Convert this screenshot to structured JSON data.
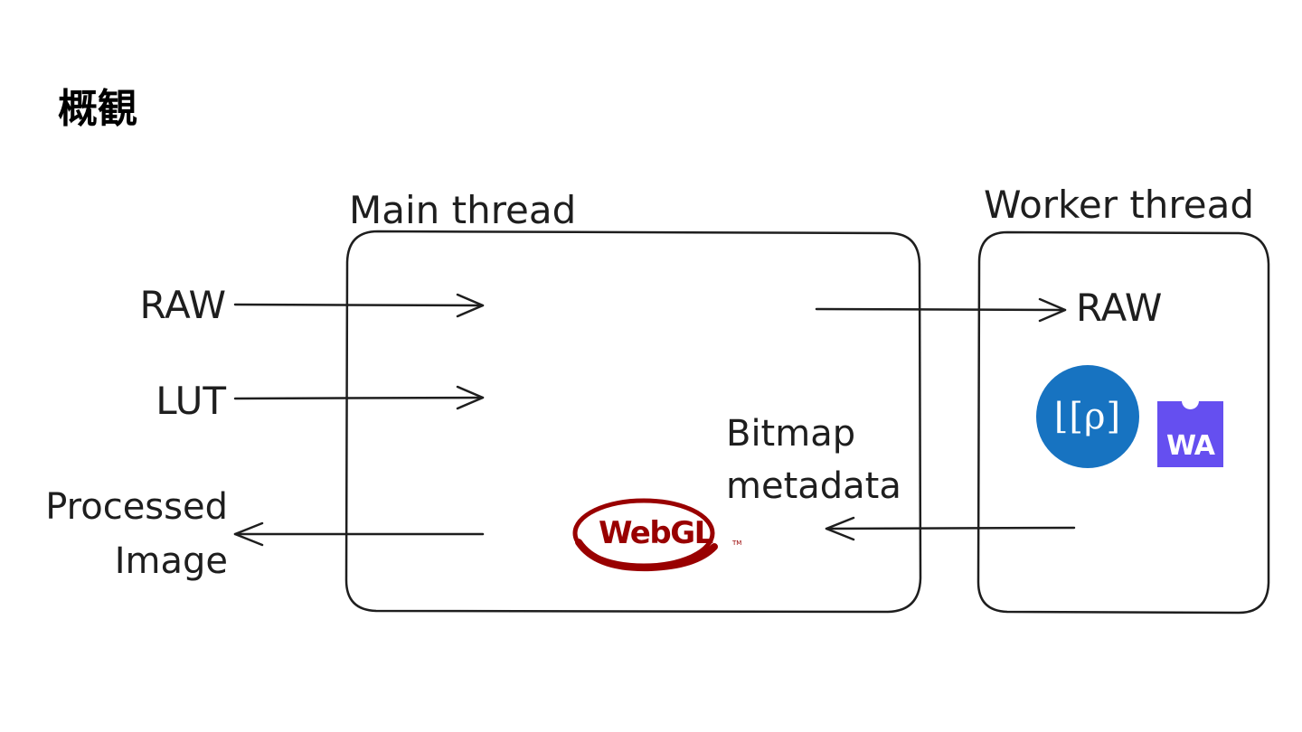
{
  "title": "概観",
  "main_thread": {
    "label": "Main thread"
  },
  "worker_thread": {
    "label": "Worker thread",
    "raw_label": "RAW"
  },
  "inputs": {
    "raw": "RAW",
    "lut": "LUT"
  },
  "output": {
    "line1": "Processed",
    "line2": "Image"
  },
  "return_flow": {
    "line1": "Bitmap",
    "line2": "metadata"
  },
  "logos": {
    "librawasm_mark": "⌊[ρ]",
    "wasm_text": "WA",
    "webgl_text": "WebGL",
    "webgl_tm": "TM"
  },
  "colors": {
    "webgl_red": "#990000",
    "librawasm_blue": "#1773c1",
    "wasm_purple": "#654ff0"
  }
}
